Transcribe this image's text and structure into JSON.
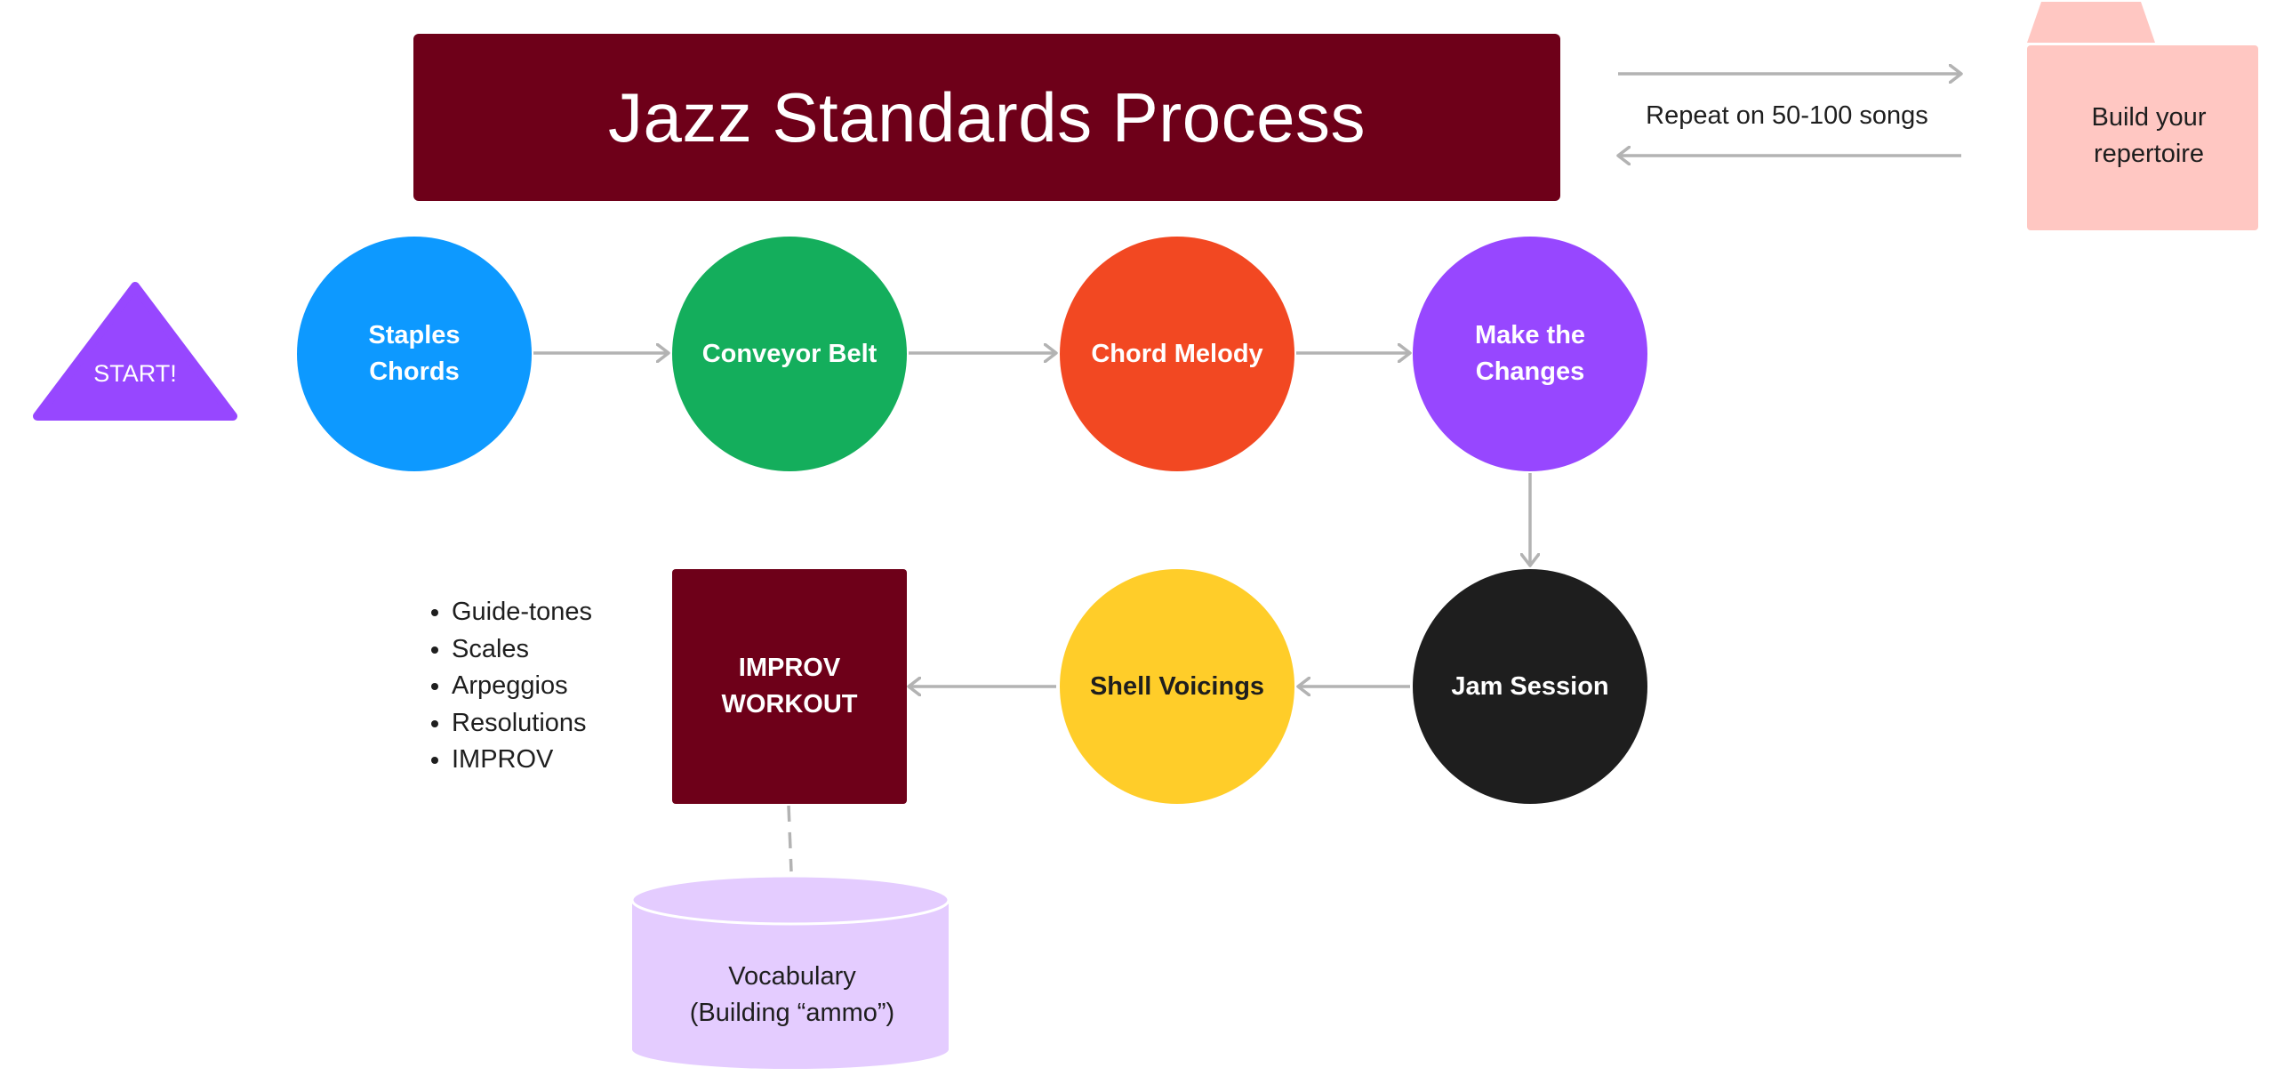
{
  "title": "Jazz Standards Process",
  "start": {
    "label": "START!"
  },
  "repeat": {
    "label": "Repeat on 50-100 songs"
  },
  "repertoire": {
    "label": "Build your\nrepertoire"
  },
  "steps": [
    {
      "label": "Staples\nChords",
      "color": "#0d99ff"
    },
    {
      "label": "Conveyor Belt",
      "color": "#14ae5c"
    },
    {
      "label": "Chord Melody",
      "color": "#f24822"
    },
    {
      "label": "Make the\nChanges",
      "color": "#9747ff"
    },
    {
      "label": "Jam Session",
      "color": "#1e1e1e"
    },
    {
      "label": "Shell Voicings",
      "color": "#ffcd29"
    }
  ],
  "workout": {
    "label": "IMPROV\nWORKOUT",
    "color": "#6e0019"
  },
  "workout_items": [
    "Guide-tones",
    "Scales",
    "Arpeggios",
    "Resolutions",
    "IMPROV"
  ],
  "vocabulary": {
    "label": "Vocabulary\n(Building “ammo”)",
    "color": "#e4ccff"
  },
  "colors": {
    "title_bg": "#6e0019",
    "start_triangle": "#9747ff",
    "folder": "#ffc7c2",
    "arrow": "#b3b3b3"
  }
}
